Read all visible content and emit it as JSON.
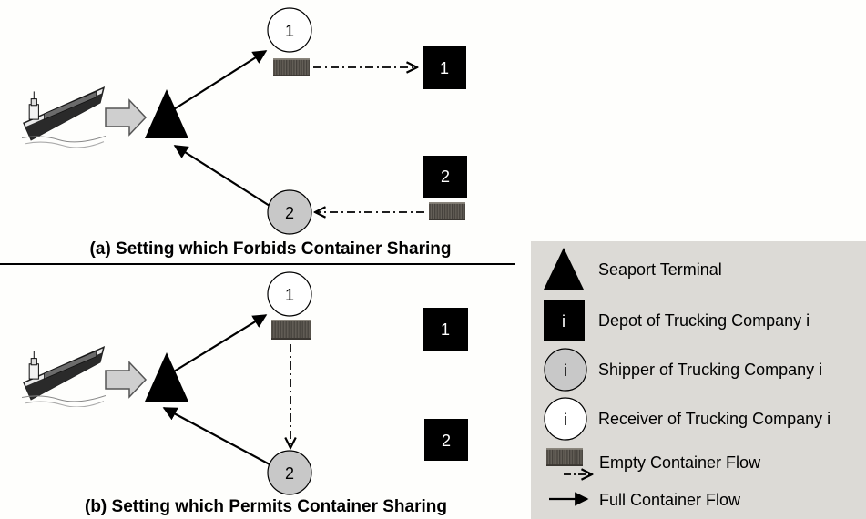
{
  "panel_a": {
    "caption": "(a) Setting which Forbids Container Sharing",
    "receiver_1": "1",
    "depot_1": "1",
    "depot_2": "2",
    "shipper_2": "2"
  },
  "panel_b": {
    "caption": "(b) Setting which Permits Container Sharing",
    "receiver_1": "1",
    "depot_1": "1",
    "depot_2": "2",
    "shipper_2": "2"
  },
  "legend": {
    "seaport": "Seaport Terminal",
    "depot_symbol": "i",
    "depot": "Depot of Trucking Company i",
    "shipper_symbol": "i",
    "shipper": "Shipper of Trucking Company i",
    "receiver_symbol": "i",
    "receiver": "Receiver of Trucking Company i",
    "empty_flow": "Empty Container Flow",
    "full_flow": "Full Container Flow"
  },
  "colors": {
    "legend_bg": "#dcdad6",
    "depot": "#000000",
    "shipper": "#c8c8c8",
    "receiver": "#ffffff",
    "container": "#5a5650",
    "arrow_block": "#cfcfcf"
  }
}
